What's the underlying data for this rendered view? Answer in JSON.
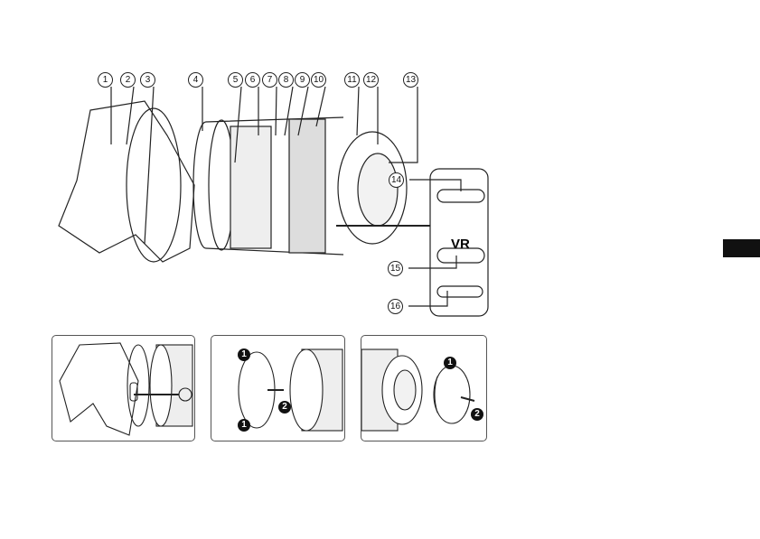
{
  "callouts": [
    "1",
    "2",
    "3",
    "4",
    "5",
    "6",
    "7",
    "8",
    "9",
    "10",
    "11",
    "12",
    "13",
    "14",
    "15",
    "16"
  ],
  "switch_label": "VR",
  "steps": [
    "1",
    "2"
  ],
  "colors": {
    "line": "#222222",
    "tab": "#111111"
  }
}
